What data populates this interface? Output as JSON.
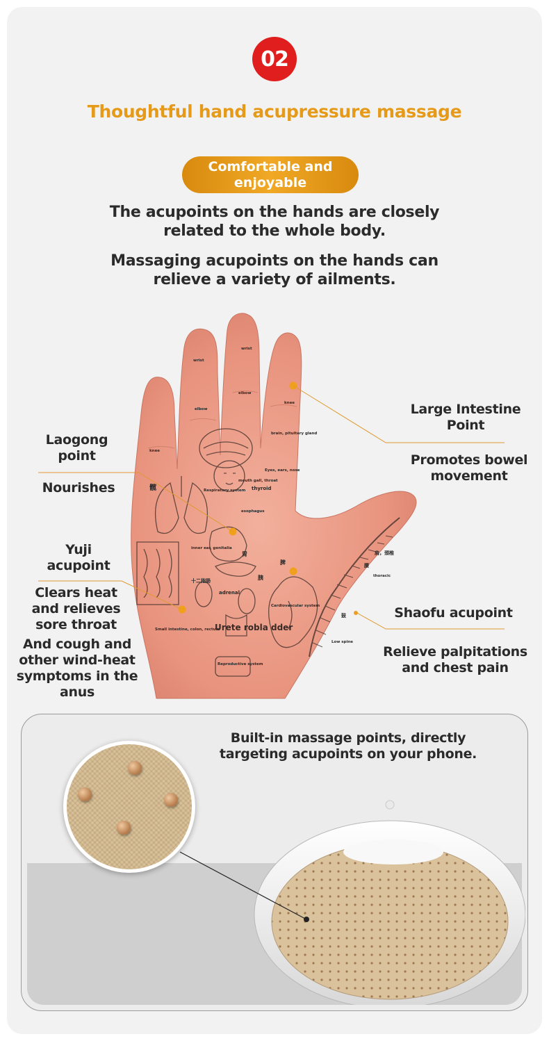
{
  "badge": {
    "number": "02"
  },
  "header": {
    "title": "Thoughtful hand acupressure massage",
    "pill": "Comfortable and enjoyable",
    "intro_1": "The acupoints on the hands are closely related to the whole body.",
    "intro_2": "Massaging acupoints on the hands can relieve a variety of ailments."
  },
  "hand": {
    "labels": {
      "wrist": "wrist",
      "elbow": "elbow",
      "knee": "knee",
      "brain": "brain, pituitary gland",
      "eyes": "Eyes, ears, nose",
      "thyroid": "thyroid",
      "mouth": "mouth gall, throat",
      "respiratory": "Respiratory system",
      "esophagus": "esophagus",
      "adrenal": "adrenal",
      "small_intestine": "Small intestine, colon, rectum",
      "cardio": "Cardiovascular system",
      "thoracic": "thoracic",
      "low_spine": "Low spine",
      "urete": "Urete robla dder",
      "reproductive": "Reproductive system",
      "genital": "inner ear, genitalia",
      "cn_1": "髋",
      "cn_2": "胃",
      "cn_3": "脾",
      "cn_4": "胰",
      "cn_5": "十二指肠",
      "cn_6": "肩，颈椎",
      "cn_7": "腰",
      "cn_8": "鼓"
    },
    "accent_color": "#f0a01a",
    "skin_color": "#e89a86"
  },
  "callouts": {
    "large_intestine_title": "Large Intestine Point",
    "large_intestine_desc": "Promotes bowel movement",
    "laogong_title": "Laogong point",
    "laogong_desc": "Nourishes",
    "yuji_title": "Yuji acupoint",
    "yuji_desc_1": "Clears heat and relieves sore throat",
    "yuji_desc_2": "And cough and other wind-heat symptoms in the anus",
    "shaofu_title": "Shaofu acupoint",
    "shaofu_desc": "Relieve palpitations and chest pain"
  },
  "panel": {
    "caption": "Built-in massage points, directly targeting acupoints on your phone."
  }
}
